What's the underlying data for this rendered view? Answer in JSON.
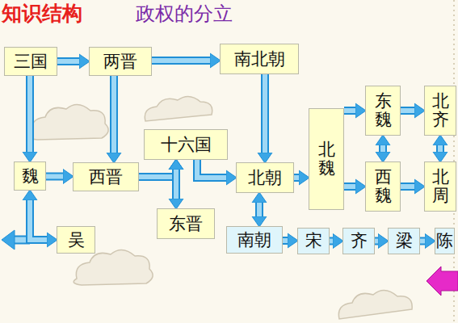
{
  "diagram": {
    "title": "政权的分立",
    "nodes": [
      {
        "text": [
          "三国"
        ]
      },
      {
        "text": [
          "两晋"
        ]
      },
      {
        "text": [
          "南北朝"
        ]
      },
      {
        "text": [
          "魏"
        ]
      },
      {
        "text": [
          "西晋"
        ]
      },
      {
        "text": [
          "十六国"
        ]
      },
      {
        "text": [
          "北朝"
        ]
      },
      {
        "text": [
          "北魏"
        ]
      },
      {
        "text": [
          "东魏"
        ]
      },
      {
        "text": [
          "西魏"
        ]
      },
      {
        "text": [
          "北齐"
        ]
      },
      {
        "text": [
          "北周"
        ]
      },
      {
        "text": [
          "东晋"
        ]
      },
      {
        "text": [
          "吴"
        ]
      },
      {
        "text": [
          "南朝"
        ]
      },
      {
        "text": [
          "宋"
        ]
      },
      {
        "text": [
          "齐"
        ]
      },
      {
        "text": [
          "梁"
        ]
      },
      {
        "text": [
          "陈"
        ]
      }
    ],
    "edges": [
      {
        "from": 0,
        "to": 1,
        "arrow": "to"
      },
      {
        "from": 1,
        "to": 2,
        "arrow": "to"
      },
      {
        "from": 0,
        "to": 3,
        "arrow": "to"
      },
      {
        "from": 1,
        "to": 4,
        "arrow": "to"
      },
      {
        "from": 2,
        "to": 6,
        "arrow": "to"
      },
      {
        "from": 3,
        "to": 4,
        "arrow": "to"
      },
      {
        "from": 4,
        "to": 5,
        "arrow": "to"
      },
      {
        "from": 5,
        "to": 12,
        "arrow": "both"
      },
      {
        "from": 5,
        "to": 6,
        "arrow": "to"
      },
      {
        "from": 6,
        "to": 7,
        "arrow": "to"
      },
      {
        "from": 7,
        "to": 8,
        "arrow": "to"
      },
      {
        "from": 7,
        "to": 9,
        "arrow": "to"
      },
      {
        "from": 8,
        "to": 9,
        "arrow": "both"
      },
      {
        "from": 8,
        "to": 10,
        "arrow": "to"
      },
      {
        "from": 9,
        "to": 11,
        "arrow": "to"
      },
      {
        "from": 10,
        "to": 11,
        "arrow": "both"
      },
      {
        "from": 6,
        "to": 14,
        "arrow": "both"
      },
      {
        "from": 14,
        "to": 15,
        "arrow": "to"
      },
      {
        "from": 15,
        "to": 16,
        "arrow": "to"
      },
      {
        "from": 16,
        "to": 17,
        "arrow": "to"
      },
      {
        "from": 17,
        "to": 18,
        "arrow": "to"
      },
      {
        "from": 3,
        "to": 13,
        "arrow": "both"
      }
    ],
    "labels": [
      "知识结构"
    ]
  }
}
